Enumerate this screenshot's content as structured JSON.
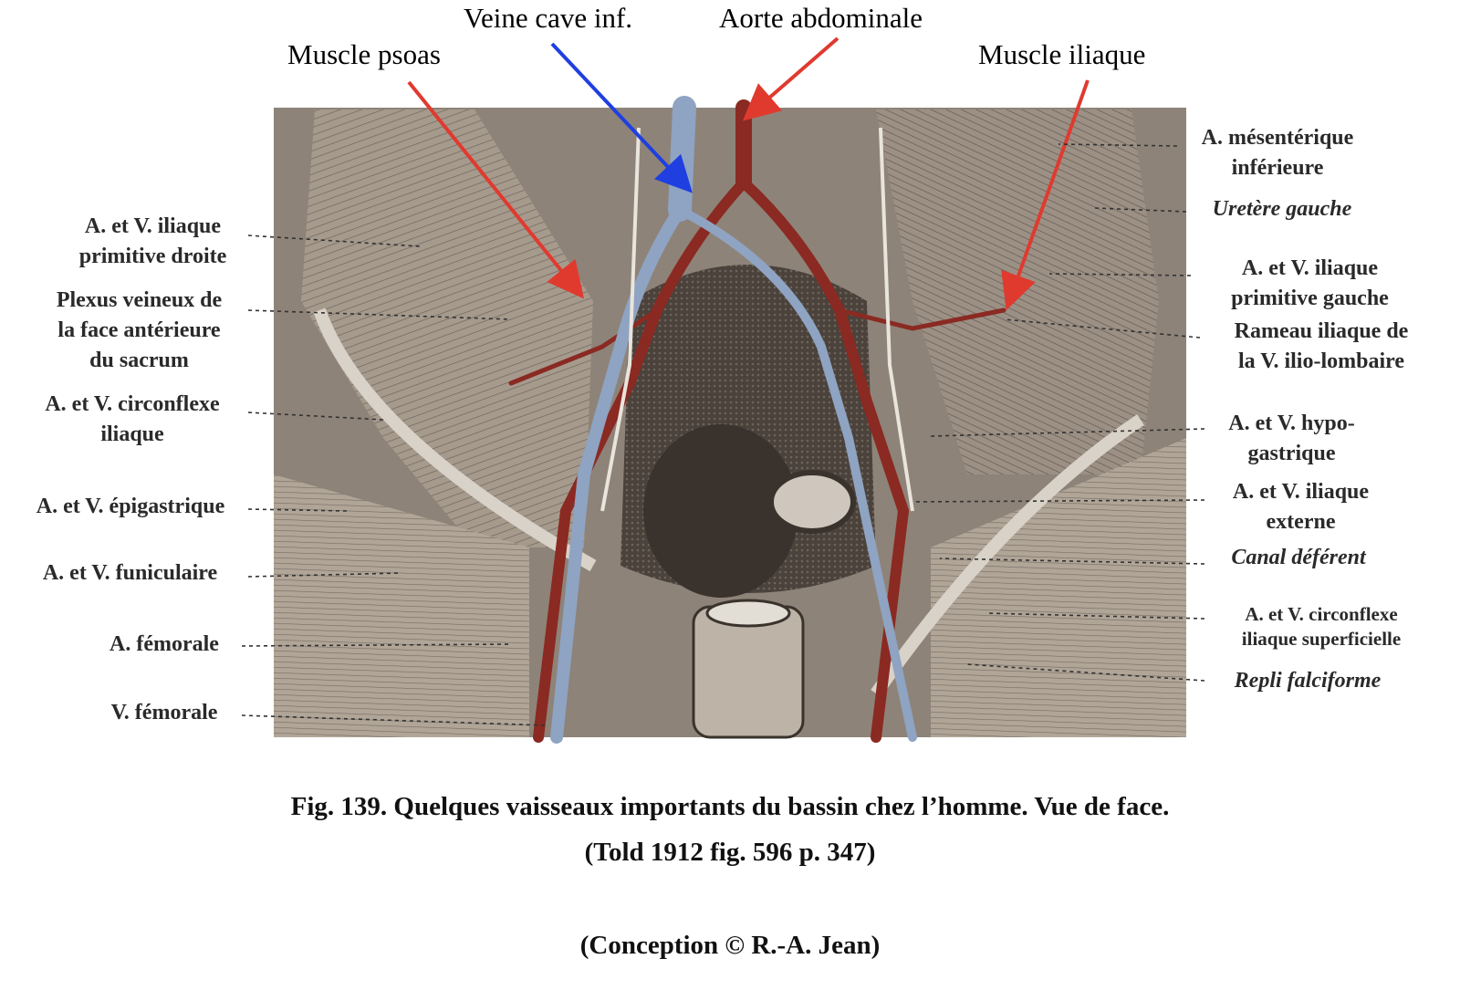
{
  "figure": {
    "top_labels": {
      "veine_cave": "Veine cave inf.",
      "aorte": "Aorte abdominale",
      "psoas": "Muscle psoas",
      "iliaque": "Muscle iliaque"
    },
    "left_labels": [
      "A. et V. iliaque\nprimitive droite",
      "Plexus veineux de\nla face antérieure\ndu sacrum",
      "A. et V. circonflexe\niliaque",
      "A. et V. épigastrique",
      "A. et V. funiculaire",
      "A. fémorale",
      "V. fémorale"
    ],
    "right_labels": [
      "A. mésentérique\ninférieure",
      "Uretère gauche",
      "A. et V. iliaque\nprimitive gauche",
      "Rameau iliaque de\nla V. ilio-lombaire",
      "A. et V. hypo-\ngastrique",
      "A. et V. iliaque\nexterne",
      "Canal déférent",
      "A. et V. circonflexe\niliaque superficielle",
      "Repli falciforme"
    ],
    "arrow_colors": {
      "artery": "#e03a2f",
      "vein": "#1f3fe0"
    },
    "illustration_colors": {
      "muscle": "#9a8f84",
      "dark": "#3b342e",
      "artery": "#8a2a22",
      "vein": "#8fa3c2"
    }
  },
  "caption": {
    "line1": "Fig. 139. Quelques vaisseaux importants du bassin chez l’homme. Vue de face.",
    "line2": "(Told 1912 fig. 596 p. 347)",
    "credit": "(Conception © R.-A. Jean)"
  }
}
